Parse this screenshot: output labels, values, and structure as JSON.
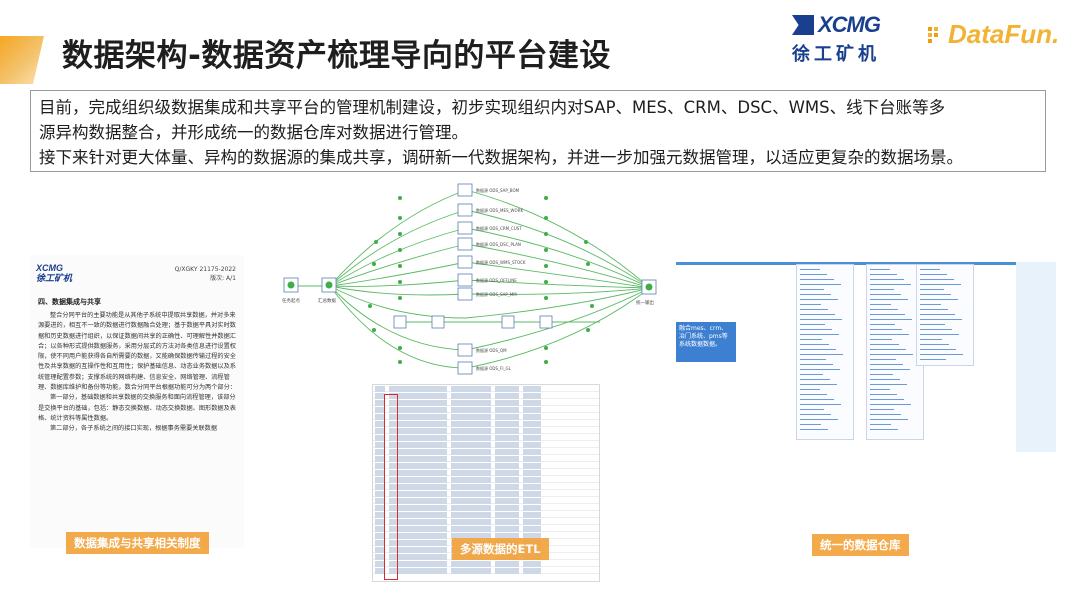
{
  "header": {
    "title": "数据架构-数据资产梳理导向的平台建设",
    "logo_left_word": "XCMG",
    "logo_left_cn": "徐工矿机",
    "logo_right": "DataFun."
  },
  "description": {
    "line1": "目前，完成组织级数据集成和共享平台的管理机制建设，初步实现组织内对SAP、MES、CRM、DSC、WMS、线下台账等多",
    "line2": "源异构数据整合，并形成统一的数据仓库对数据进行管理。",
    "line3": "接下来针对更大体量、异构的数据源的集成共享，调研新一代数据架构，并进一步加强元数据管理，以适应更复杂的数据场景。"
  },
  "document_panel": {
    "logo_word": "XCMG",
    "logo_cn": "徐工矿机",
    "code": "Q/XGKY 21175-2022",
    "version": "版次: A/1",
    "heading": "四、数据集成与共享",
    "paragraphs": [
      "整合分同平台的主要功能是从其他子系统中提取共享数据，并对多来源要进的，相互不一致的数据进行数据融合处理；基于数据平具对实时数据和历史数据进行组织，以保证数据间共享的正确性、可理解性并数据汇合；以各种形式提供数据服务，采用分层式的方法对各类信息进行设置权限，使不同用户能获得各自所需要的数据，又能确保数据传输过程的安全性及共享数据的互操作性和互用性；保护基础信息、动态业务数据以及系统管理配置参数；支撑系统的网络构建、信息安全、网络管理、流程管理、数据库维护和备份等功能，数合分同平台根据功能可分为两个部分：",
      "第一部分，基础数据和共享数据的交换服务和面向流程管理，该部分是交换平台的基础，包括：静态交换数据、动态交换数据、图形数据及表格、统计资料等属性数据。",
      "第二部分，各子系统之间的接口实现，根据事务需要关联数据"
    ],
    "caption": "数据集成与共享相关制度"
  },
  "etl_panel": {
    "caption": "多源数据的ETL",
    "node_labels": [
      "任务起点",
      "汇总数据",
      "统一输出"
    ]
  },
  "warehouse_panel": {
    "callout": "融合mes、crm、冶门系统、pms等系统数据数据。",
    "caption": "统一的数据仓库"
  },
  "colors": {
    "accent": "#f2a33c",
    "brand_blue": "#1b3f8f",
    "flow_green": "#3fae49",
    "link_blue": "#3d7fd0"
  }
}
